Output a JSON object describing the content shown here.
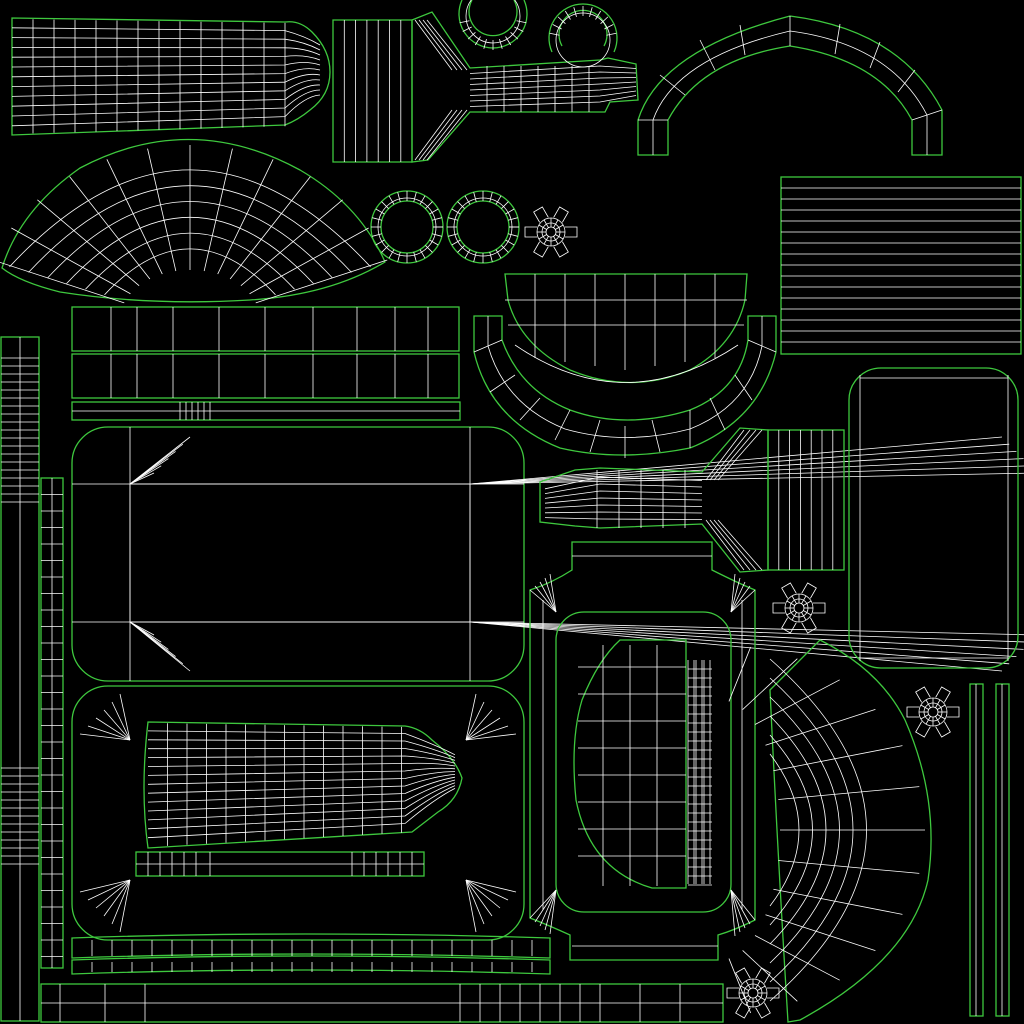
{
  "colors": {
    "background": "#000000",
    "island_border": "#3ec83e",
    "wire": "#ffffff"
  },
  "islands": [
    {
      "id": "sleeve-top",
      "kind": "sleeve"
    },
    {
      "id": "strap-fork-top",
      "kind": "fork"
    },
    {
      "id": "ring-top-a",
      "kind": "ring"
    },
    {
      "id": "ring-top-b",
      "kind": "ring"
    },
    {
      "id": "arch-strip",
      "kind": "arch"
    },
    {
      "id": "fan-dome",
      "kind": "fan"
    },
    {
      "id": "ring-mid-a",
      "kind": "ring"
    },
    {
      "id": "ring-mid-b",
      "kind": "ring"
    },
    {
      "id": "star-a",
      "kind": "star"
    },
    {
      "id": "striped-square",
      "kind": "panel"
    },
    {
      "id": "half-bowl",
      "kind": "bowl"
    },
    {
      "id": "arch-strip-lower",
      "kind": "arch"
    },
    {
      "id": "strip-rows",
      "kind": "strips"
    },
    {
      "id": "tall-strip-left",
      "kind": "strip"
    },
    {
      "id": "main-panel",
      "kind": "panel"
    },
    {
      "id": "rounded-panel-right",
      "kind": "panel"
    },
    {
      "id": "strap-fork-mid",
      "kind": "fork"
    },
    {
      "id": "star-b",
      "kind": "star"
    },
    {
      "id": "bottom-panel",
      "kind": "panel"
    },
    {
      "id": "sleeve-bottom",
      "kind": "sleeve"
    },
    {
      "id": "frame-center",
      "kind": "frame"
    },
    {
      "id": "fan-right",
      "kind": "fan"
    },
    {
      "id": "star-c",
      "kind": "star"
    },
    {
      "id": "star-d",
      "kind": "star"
    },
    {
      "id": "bottom-bands",
      "kind": "strips"
    }
  ]
}
